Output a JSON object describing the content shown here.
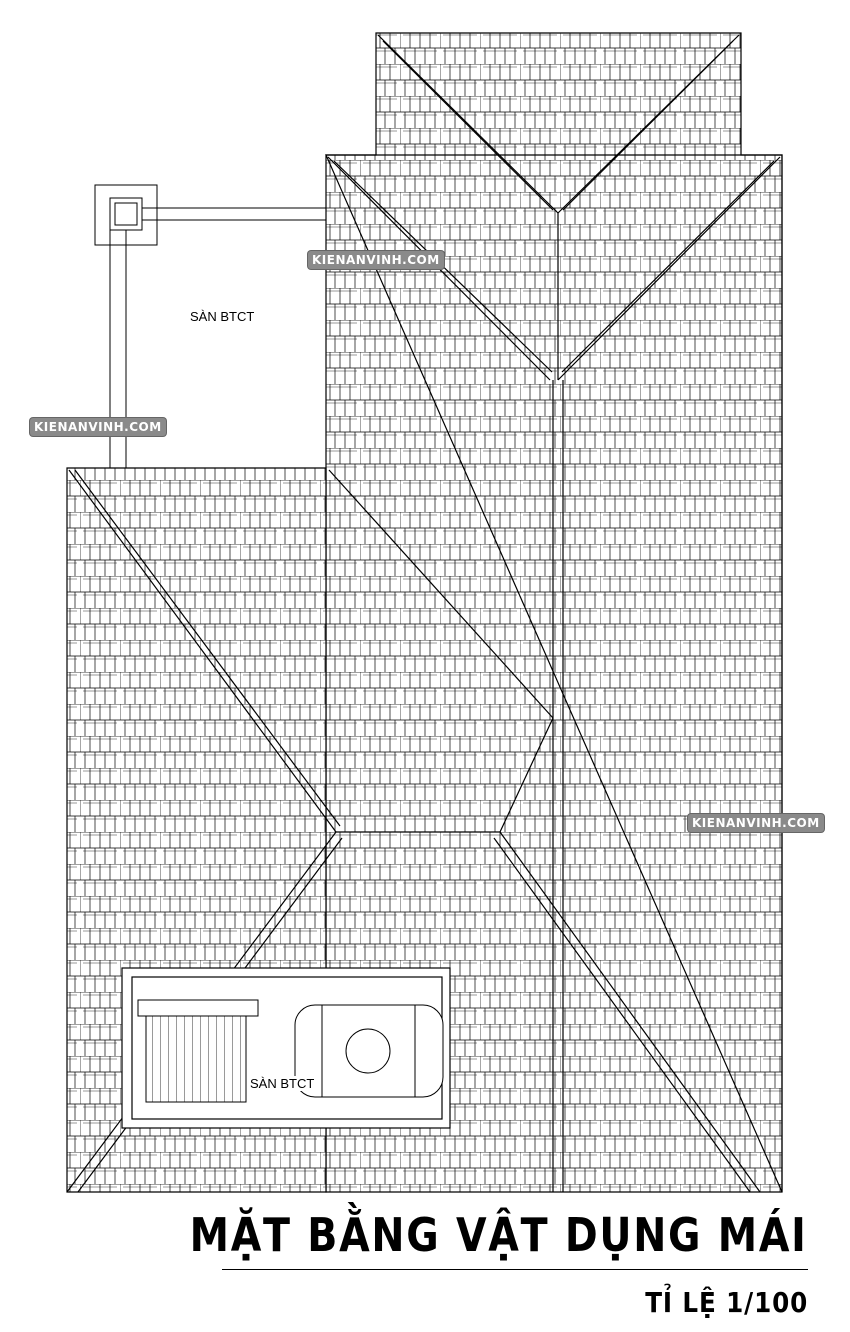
{
  "drawing": {
    "title": "MẶT BẰNG VẬT DỤNG MÁI",
    "scale": "TỈ LỆ 1/100"
  },
  "labels": {
    "slab_top": "SÀN BTCT",
    "slab_bottom": "SÀN BTCT"
  },
  "watermarks": [
    "KIENANVINH.COM",
    "KIENANVINH.COM",
    "KIENANVINH.COM"
  ],
  "colors": {
    "line": "#000000",
    "background": "#ffffff",
    "watermark_bg": "#8a8a8a"
  }
}
